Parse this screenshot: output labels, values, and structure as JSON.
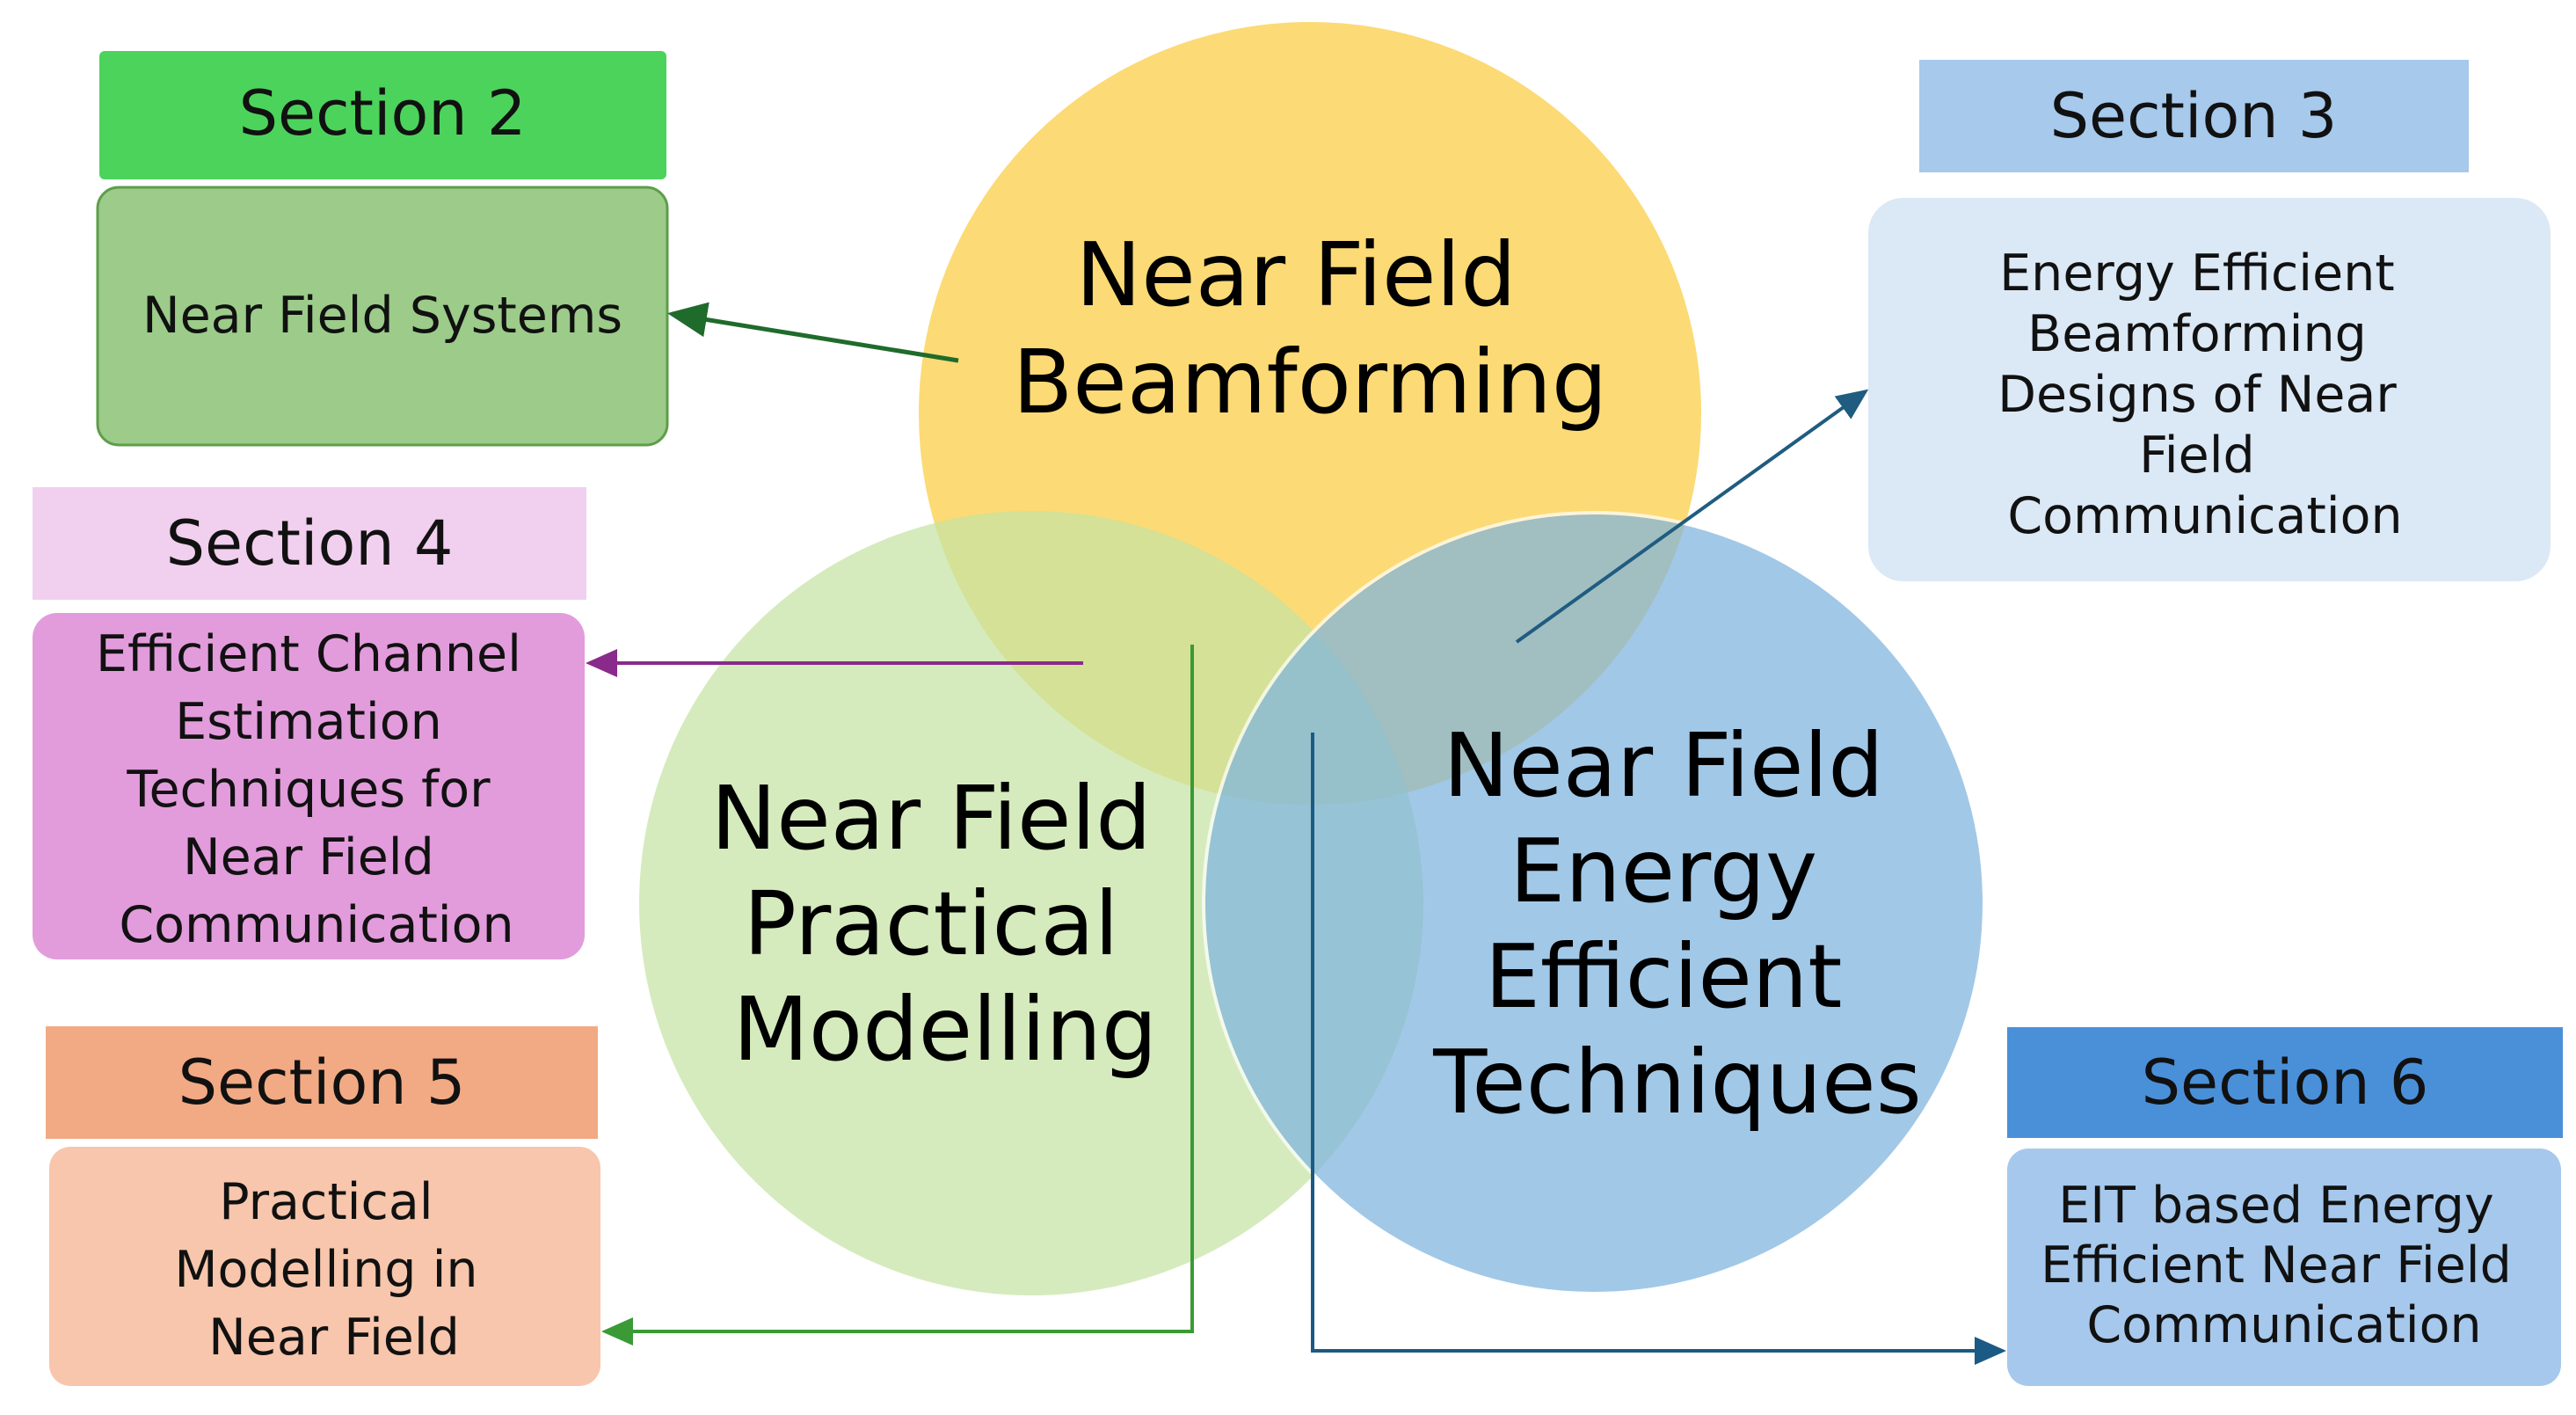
{
  "venn": {
    "top": {
      "lines": [
        "Near Field",
        "Beamforming"
      ],
      "color": "#fcd86e"
    },
    "left": {
      "lines": [
        "Near Field",
        "Practical",
        "Modelling"
      ],
      "color": "#c5e3a4"
    },
    "right": {
      "lines": [
        "Near Field",
        "Energy",
        "Efficient",
        "Techniques"
      ],
      "color": "#7fb4df"
    }
  },
  "sections": [
    {
      "id": "s2",
      "title": "Section 2",
      "lines": [
        "Near Field Systems"
      ],
      "header_color": "#4cd35c",
      "box_color": "#9ccb8a",
      "arrow_color": "#1f6b2b"
    },
    {
      "id": "s3",
      "title": "Section 3",
      "lines": [
        "Energy Efficient",
        "Beamforming",
        "Designs of Near",
        "Field",
        "Communication"
      ],
      "header_color": "#a6c9ec",
      "box_color": "#dbe8f5",
      "arrow_color": "#1f5c80"
    },
    {
      "id": "s4",
      "title": "Section 4",
      "lines": [
        "Efficient Channel",
        "Estimation",
        "Techniques for",
        "Near Field",
        "Communication"
      ],
      "header_color": "#f1cfee",
      "box_color": "#e29cdc",
      "arrow_color": "#8a2a8a"
    },
    {
      "id": "s5",
      "title": "Section 5",
      "lines": [
        "Practical",
        "Modelling in",
        "Near Field"
      ],
      "header_color": "#f2aa84",
      "box_color": "#f7c6ac",
      "arrow_color": "#3a9a35"
    },
    {
      "id": "s6",
      "title": "Section 6",
      "lines": [
        "EIT based Energy",
        "Efficient Near Field",
        "Communication"
      ],
      "header_color": "#4a90d9",
      "box_color": "#a6c8ec",
      "arrow_color": "#1b5a85"
    }
  ]
}
